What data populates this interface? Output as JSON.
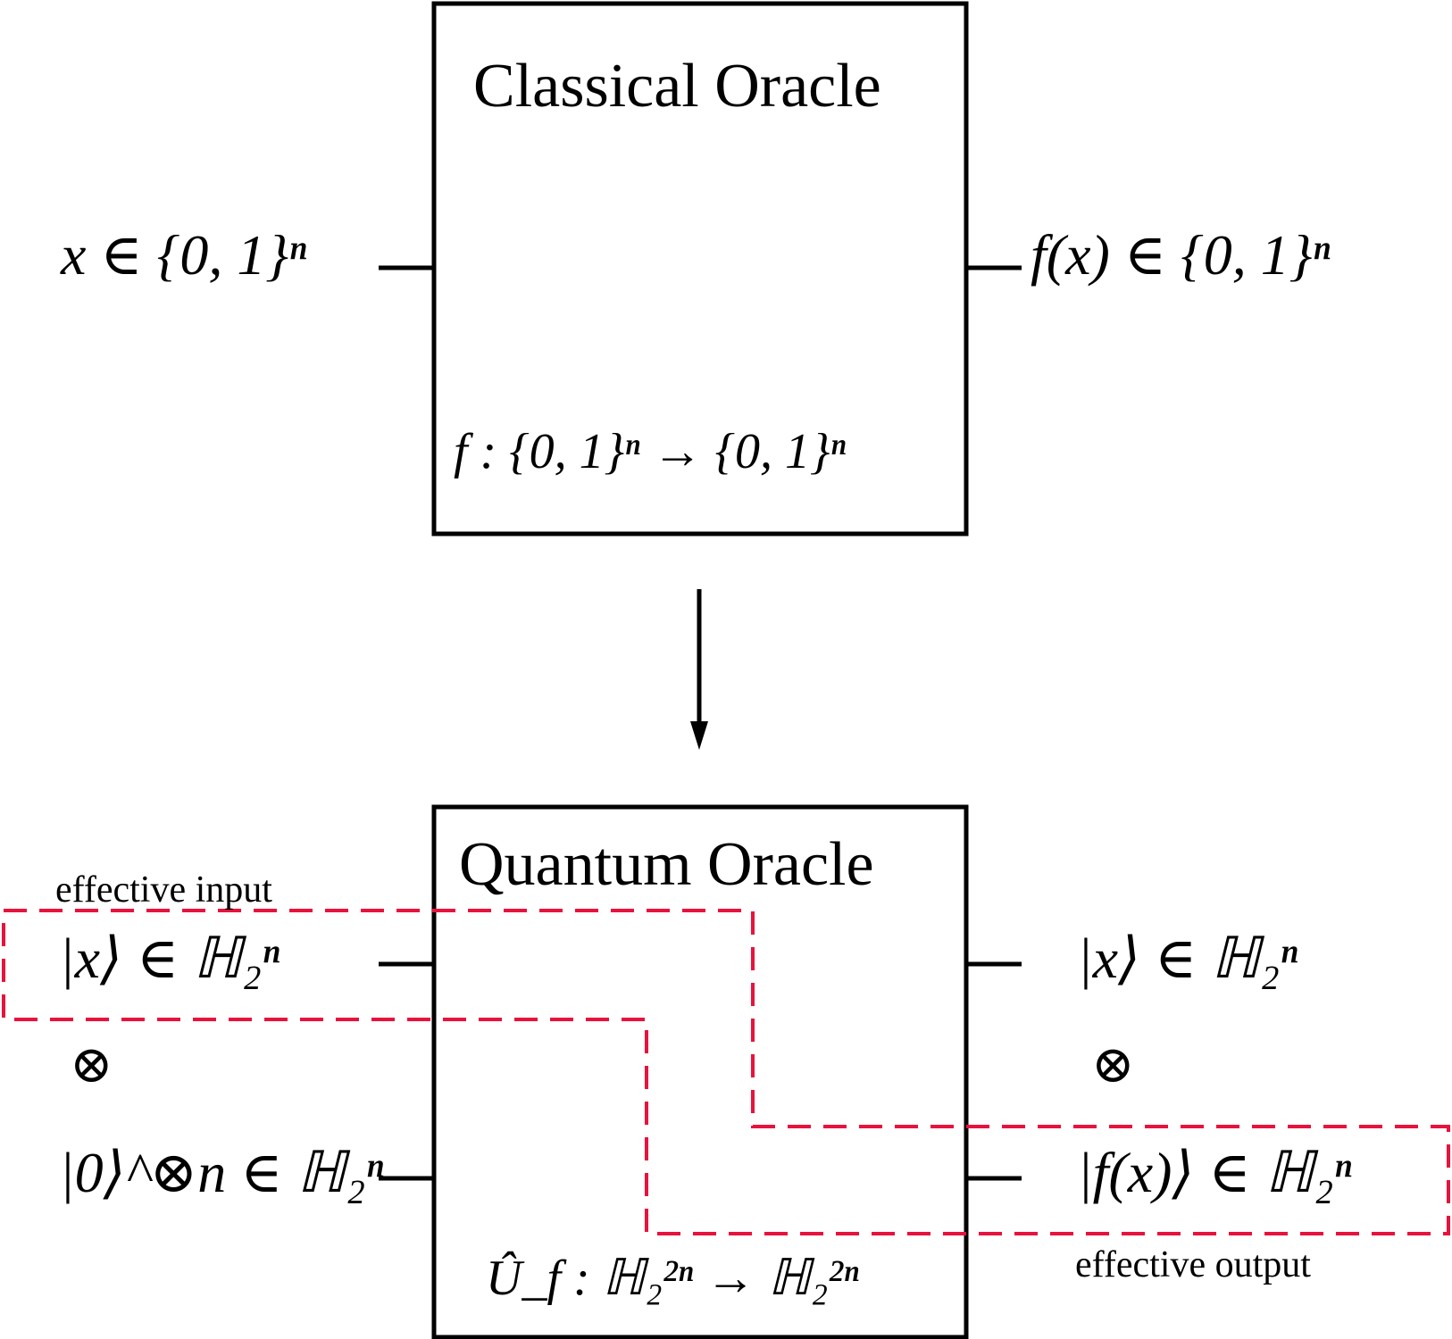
{
  "classical": {
    "title": "Classical Oracle",
    "input": "x ∈ {0, 1}ⁿ",
    "output": "f(x) ∈ {0, 1}ⁿ",
    "map": "f : {0, 1}ⁿ → {0, 1}ⁿ"
  },
  "quantum": {
    "title": "Quantum Oracle",
    "input_top": "|x⟩ ∈ ℍ₂ⁿ",
    "input_tensor": "⊗",
    "input_bottom": "|0⟩^⊗n ∈ ℍ₂ⁿ",
    "output_top": "|x⟩ ∈ ℍ₂ⁿ",
    "output_tensor": "⊗",
    "output_bottom": "|f(x)⟩ ∈ ℍ₂ⁿ",
    "map": "Û_f : ℍ₂²ⁿ → ℍ₂²ⁿ"
  },
  "annotations": {
    "effective_input": "effective input",
    "effective_output": "effective output"
  },
  "colors": {
    "stroke": "#000000",
    "highlight": "#e8123c"
  }
}
